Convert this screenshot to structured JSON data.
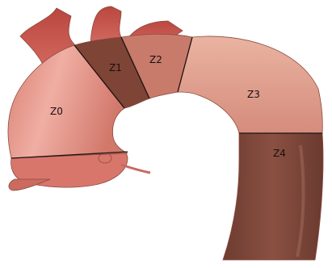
{
  "diagram": {
    "zones": [
      {
        "id": "z0",
        "label": "Z0",
        "color": "#e3958a"
      },
      {
        "id": "z1",
        "label": "Z1",
        "color": "#7e4436"
      },
      {
        "id": "z2",
        "label": "Z2",
        "color": "#c87a6b"
      },
      {
        "id": "z3",
        "label": "Z3",
        "color": "#e6a592"
      },
      {
        "id": "z4",
        "label": "Z4",
        "color": "#7a4438"
      }
    ],
    "colors": {
      "branch": "#c55a52",
      "heart": "#d9766c",
      "vessel_outline": "#8a4b40",
      "zone_boundary": "#1b1212",
      "background": "#ffffff"
    }
  }
}
